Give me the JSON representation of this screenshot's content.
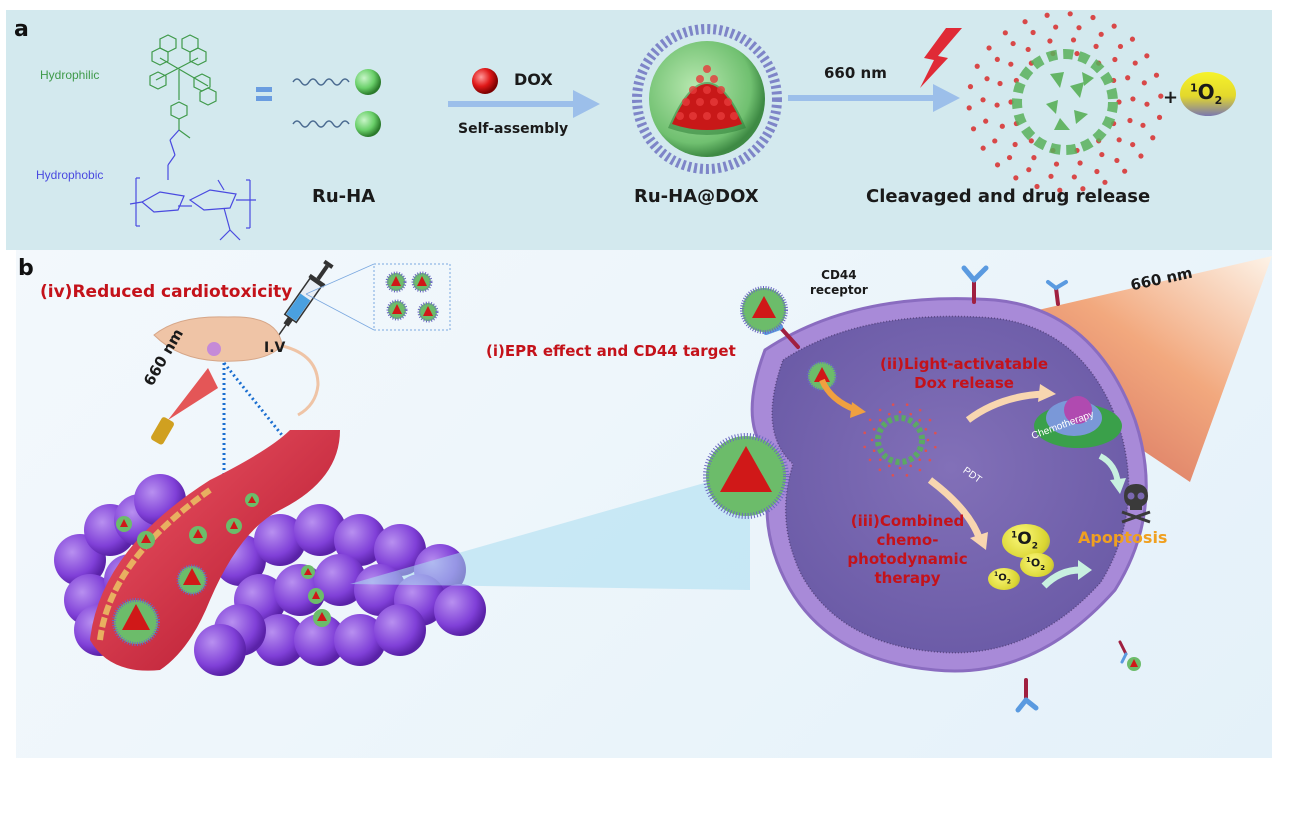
{
  "panel_a": {
    "letter": "a",
    "hydrophilic_label": "Hydrophilic",
    "hydrophobic_label": "Hydrophobic",
    "equals": "=",
    "ru_ha_label": "Ru-HA",
    "dox_label": "DOX",
    "self_assembly_label": "Self-assembly",
    "ru_ha_dox_label": "Ru-HA@DOX",
    "wavelength_label": "660 nm",
    "cleavage_label": "Cleavaged and drug release",
    "plus": "+",
    "singlet_oxygen": {
      "sup": "1",
      "main": "O",
      "sub": "2"
    },
    "colors": {
      "hydrophilic": "#3f9a4a",
      "hydrophobic": "#4a4ae0",
      "arrow": "#9cbfea",
      "background": "#d3e9ee"
    }
  },
  "panel_b": {
    "letter": "b",
    "step_iv": "(iv)Reduced cardiotoxicity",
    "injection_label": "I.V",
    "laser_label": "660 nm",
    "step_i": "(i)EPR effect and CD44 target",
    "cd44_line1": "CD44",
    "cd44_line2": "receptor",
    "light_label": "660 nm",
    "step_ii_line1": "(ii)Light-activatable",
    "step_ii_line2": "Dox release",
    "chemotherapy_label": "Chemotherapy",
    "pdt_label": "PDT",
    "step_iii_line1": "(iii)Combined",
    "step_iii_line2": "chemo-photodynamic",
    "step_iii_line3": "therapy",
    "apoptosis_label": "Apoptosis",
    "singlet_oxygen": {
      "sup": "1",
      "main": "O",
      "sub": "2"
    },
    "colors": {
      "step_text": "#c4121a",
      "apoptosis": "#f0a020",
      "cell": "#7a68b0",
      "vessel": "#d8283a",
      "tumor": "#8f55d8"
    }
  }
}
